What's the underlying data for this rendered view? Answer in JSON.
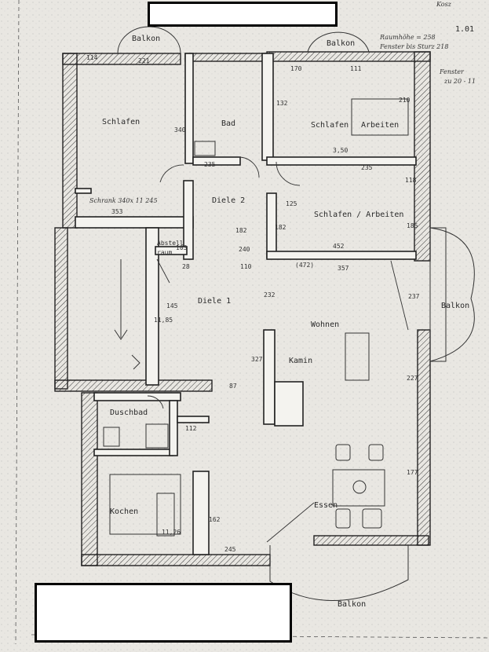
{
  "rooms": {
    "balkon_tl": "Balkon",
    "balkon_tr": "Balkon",
    "balkon_right": "Balkon",
    "balkon_bottom": "Balkon",
    "schlafen_left": "Schlafen",
    "bad": "Bad",
    "schlafen_right": "Schlafen",
    "arbeiten": "Arbeiten",
    "diele2": "Diele 2",
    "schlafen_arbeiten": "Schlafen / Arbeiten",
    "abstell": "Abstell",
    "abstell2": "raum",
    "diele1": "Diele 1",
    "wohnen": "Wohnen",
    "kamin": "Kamin",
    "duschbad": "Duschbad",
    "kochen": "Kochen",
    "essen": "Essen"
  },
  "annotations": {
    "sheet_num": "1.01",
    "top_corner": "Kosz",
    "raumhoehe": "Raumhöhe = 258",
    "fenster_bis": "Fenster bis Sturz 218",
    "fenster2": "Fenster",
    "fenster3": "zu 20 - 11",
    "schrank": "Schrank 340x 11 245",
    "d_350": "3,50",
    "d_353": "353",
    "d_452": "452",
    "d_357": "357",
    "d_472": "(472)",
    "d_235": "235",
    "d_221": "221",
    "d_114": "114",
    "d_170": "170",
    "d_111": "111",
    "d_118": "118",
    "d_125": "125",
    "d_182": "182",
    "d_185": "185",
    "d_227": "227",
    "d_177": "177",
    "d_237": "237",
    "d_232": "232",
    "d_327": "327",
    "d_240": "240",
    "d_340": "340",
    "d_182b": "182",
    "d_112": "112",
    "d_1185": "11,85",
    "d_145": "145",
    "d_245": "245",
    "d_162": "162",
    "d_1126": "11,26",
    "d_103": "103",
    "d_28": "28",
    "d_110": "110",
    "d_87": "87",
    "d_132": "132",
    "d_210": "210",
    "d_235b": "235"
  },
  "redactions": [
    "top-label-redaction",
    "bottom-label-redaction"
  ]
}
